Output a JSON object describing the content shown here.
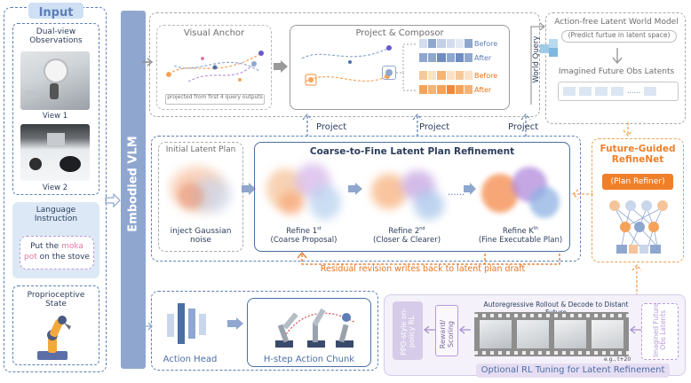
{
  "input": {
    "header": "Input",
    "dual_view": "Dual-view Observations",
    "view1": "View 1",
    "view2": "View 2",
    "language": "Language Instruction",
    "instruction_parts": [
      "Put the ",
      "moka",
      " ",
      "pot",
      " on the stove"
    ],
    "proprio": "Proprioceptive State"
  },
  "vlm": {
    "label": "Embodied VLM"
  },
  "visual_anchor": {
    "title": "Visual Anchor",
    "caption": "projected from first 4 query outputs"
  },
  "composer": {
    "title": "Project & Composor",
    "before": "Before",
    "after": "After"
  },
  "world_query": "World Query",
  "world_model": {
    "title": "Action-free Latent World Model",
    "subtitle": "(Predict furtue in latent space)",
    "imagined": "Imagined Future Obs Latents",
    "dots": "......"
  },
  "project_labels": [
    "Project",
    "Project",
    "Project"
  ],
  "plan": {
    "initial_title": "Initial Latent Plan",
    "inject": "inject Gaussian noise",
    "refine_title": "Coarse-to-Fine Latent Plan Refinement",
    "stages": [
      {
        "name": "Refine 1",
        "sup": "st",
        "desc": "(Coarse Proposal)"
      },
      {
        "name": "Refine 2",
        "sup": "nd",
        "desc": "(Closer & Clearer)"
      },
      {
        "name": "Refine K",
        "sup": "th",
        "desc": "(Fine Executable Plan)"
      }
    ],
    "ellipsis": "......",
    "residual": "Residual revision writes back to latent plan draft"
  },
  "refinenet": {
    "title": "Future-Guided RefineNet",
    "button": "(Plan Refiner)"
  },
  "action": {
    "head": "Action Head",
    "chunk": "H-step Action Chunk"
  },
  "rl": {
    "title": "Optional RL Tuning for Latent Refinement",
    "rollout": "Autoregressive Rollout & Decode to Distant Future",
    "ppo": "PPO-style on-policy RL",
    "reward": "Reward/ Scoring",
    "imagined": "Imagined Future Obs Latents",
    "eg": "e.g., t+20"
  },
  "colors": {
    "blue": "#4a6fa5",
    "orange": "#f0a050",
    "vlm_bar": "#8fa7cf",
    "refiner_button": "#f07f2a",
    "residual_arrow": "#e8741f",
    "purple_text": "#b99ad8"
  }
}
